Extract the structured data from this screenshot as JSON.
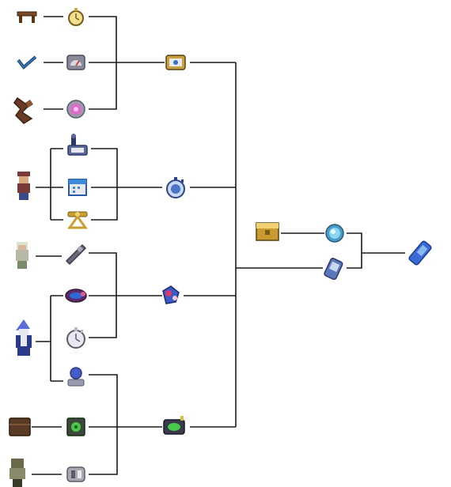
{
  "diagram": {
    "type": "crafting-tree",
    "nodes": [
      {
        "id": "table",
        "icon": "wooden-table-icon",
        "colors": [
          "#7a4a24",
          "#5a3414",
          "#9a6434"
        ]
      },
      {
        "id": "stopwatch-gold",
        "icon": "gold-watch-icon",
        "colors": [
          "#c8a840",
          "#f0e090",
          "#7a5a18"
        ]
      },
      {
        "id": "checkmark",
        "icon": "blue-checkmark-icon",
        "colors": [
          "#204a78",
          "#3c78b4",
          "#14304e"
        ]
      },
      {
        "id": "depth-meter",
        "icon": "depth-meter-icon",
        "colors": [
          "#8a8a9a",
          "#d8d8e0",
          "#c84a3a"
        ]
      },
      {
        "id": "shell",
        "icon": "brown-shell-icon",
        "colors": [
          "#6a3a24",
          "#4a2414",
          "#8a5434"
        ]
      },
      {
        "id": "compass",
        "icon": "compass-icon",
        "colors": [
          "#9a9aac",
          "#e06ac8",
          "#6a6a7a"
        ]
      },
      {
        "id": "gps",
        "icon": "gps-icon",
        "colors": [
          "#c8a040",
          "#3870c8",
          "#e8e8ee"
        ]
      },
      {
        "id": "radar",
        "icon": "radar-icon",
        "colors": [
          "#5c6a9a",
          "#e8e8f0",
          "#2c3a6a"
        ]
      },
      {
        "id": "npc-traveler",
        "icon": "traveler-npc-icon",
        "colors": [
          "#7a3a3a",
          "#3a4a8a",
          "#d8a880"
        ]
      },
      {
        "id": "calendar",
        "icon": "calendar-icon",
        "colors": [
          "#3c8ad8",
          "#e8e8f0",
          "#2c5aa8"
        ]
      },
      {
        "id": "sextant",
        "icon": "sextant-icon",
        "colors": [
          "#c8a030",
          "#7a5a18",
          "#f0d070"
        ]
      },
      {
        "id": "goblin-tech",
        "icon": "stopwatch-blue-icon",
        "colors": [
          "#4a74c8",
          "#c8d8f0",
          "#2c4488"
        ]
      },
      {
        "id": "npc-elder",
        "icon": "elder-npc-icon",
        "colors": [
          "#b8b8a8",
          "#7a8a6a",
          "#e0e0d0"
        ]
      },
      {
        "id": "tally-counter",
        "icon": "tally-counter-icon",
        "colors": [
          "#6a6a7a",
          "#a8a8b8",
          "#3a3a4a"
        ]
      },
      {
        "id": "fishermans-guide",
        "icon": "fishermans-guide-icon",
        "colors": [
          "#5a2a6a",
          "#2c6ad8",
          "#e85a8a"
        ]
      },
      {
        "id": "npc-wizard",
        "icon": "wizard-npc-icon",
        "colors": [
          "#2c3a8a",
          "#5a6ad8",
          "#e8e8f0"
        ]
      },
      {
        "id": "lifeform",
        "icon": "lifeform-analyzer-icon",
        "colors": [
          "#d83a6a",
          "#3a5ac8",
          "#f0c8d8"
        ]
      },
      {
        "id": "stopwatch-silver",
        "icon": "stopwatch-silver-icon",
        "colors": [
          "#b8b8c8",
          "#e8e8f0",
          "#5a5a6a"
        ]
      },
      {
        "id": "metal-detector",
        "icon": "metal-detector-icon",
        "colors": [
          "#4a5ac8",
          "#9a9ab0",
          "#2c3a8a"
        ]
      },
      {
        "id": "crate",
        "icon": "wooden-crate-icon",
        "colors": [
          "#5a3a24",
          "#3a2414",
          "#7a5434"
        ]
      },
      {
        "id": "radio",
        "icon": "green-radio-icon",
        "colors": [
          "#3a4a3a",
          "#48c848",
          "#a8a8b0"
        ]
      },
      {
        "id": "npc-zombie",
        "icon": "zombie-npc-icon",
        "colors": [
          "#6a6a4a",
          "#8a8a6a",
          "#3a3a2a"
        ]
      },
      {
        "id": "weather-radio",
        "icon": "weather-radio-icon",
        "colors": [
          "#a8a8b0",
          "#5a5a6a",
          "#e8e8ee"
        ]
      },
      {
        "id": "pda",
        "icon": "pda-icon",
        "colors": [
          "#d8c040",
          "#48c848",
          "#3a3a4a"
        ]
      },
      {
        "id": "chest",
        "icon": "gold-chest-icon",
        "colors": [
          "#c89a30",
          "#7a5a18",
          "#f0d070"
        ]
      },
      {
        "id": "mirror",
        "icon": "magic-mirror-icon",
        "colors": [
          "#8ad8f0",
          "#4a9ac8",
          "#e8f8ff"
        ]
      },
      {
        "id": "cell-phone",
        "icon": "cell-phone-icon",
        "colors": [
          "#8aa8d8",
          "#5a78b8",
          "#c8d8f0"
        ]
      },
      {
        "id": "shellphone",
        "icon": "shellphone-icon",
        "colors": [
          "#3a6ad8",
          "#1a3a8a",
          "#8ab8f0"
        ]
      }
    ]
  }
}
